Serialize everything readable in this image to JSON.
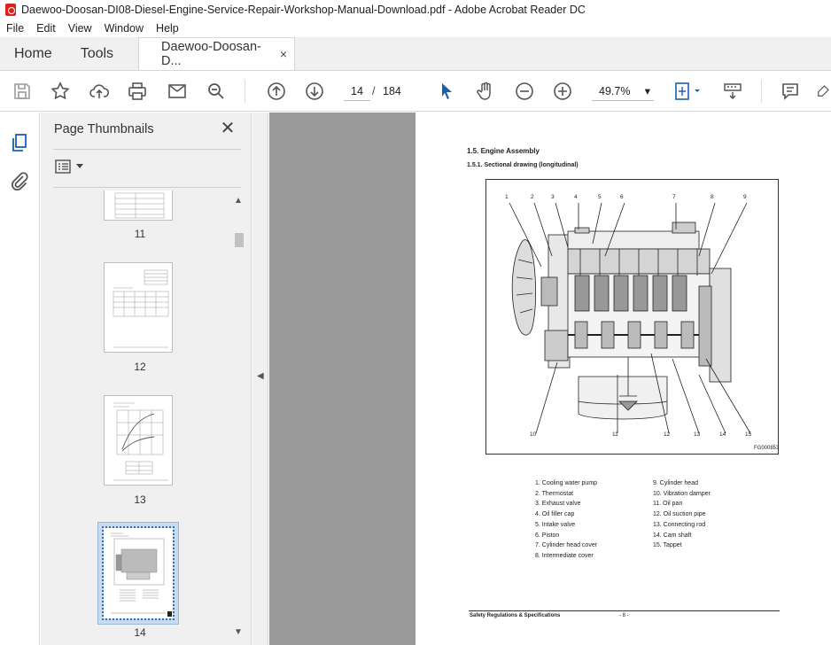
{
  "window": {
    "title": "Daewoo-Doosan-DI08-Diesel-Engine-Service-Repair-Workshop-Manual-Download.pdf - Adobe Acrobat Reader DC"
  },
  "menu": [
    "File",
    "Edit",
    "View",
    "Window",
    "Help"
  ],
  "tabs": {
    "home": "Home",
    "tools": "Tools",
    "document": "Daewoo-Doosan-D...",
    "close": "×"
  },
  "toolbar": {
    "current_page": "14",
    "separator": "/",
    "total_pages": "184",
    "zoom": "49.7%",
    "zoom_caret": "▾"
  },
  "panel": {
    "title": "Page Thumbnails",
    "close": "✕"
  },
  "thumbnails": [
    {
      "label": "11"
    },
    {
      "label": "12"
    },
    {
      "label": "13"
    },
    {
      "label": "14",
      "selected": true
    }
  ],
  "page": {
    "heading": "1.5. Engine Assembly",
    "subheading": "1.5.1. Sectional drawing (longitudinal)",
    "figure_code": "FG000853",
    "callouts_top": [
      "1",
      "2",
      "3",
      "4",
      "5",
      "6",
      "7",
      "8",
      "9"
    ],
    "callouts_bottom": [
      "10",
      "11",
      "12",
      "13",
      "14",
      "15"
    ],
    "legend_left": [
      "1. Cooling water pump",
      "2. Thermostat",
      "3. Exhaust valve",
      "4. Oil filler cap",
      "5. Intake valve",
      "6. Piston",
      "7. Cylinder head cover",
      "8. Intermediate cover"
    ],
    "legend_right": [
      "9. Cylinder head",
      "10. Vibration damper",
      "11. Oil pan",
      "12. Oil suction pipe",
      "13. Connecting rod",
      "14. Cam shaft",
      "15. Tappet"
    ],
    "footer_left": "Safety Regulations & Specifications",
    "footer_page": "- 8 -"
  }
}
